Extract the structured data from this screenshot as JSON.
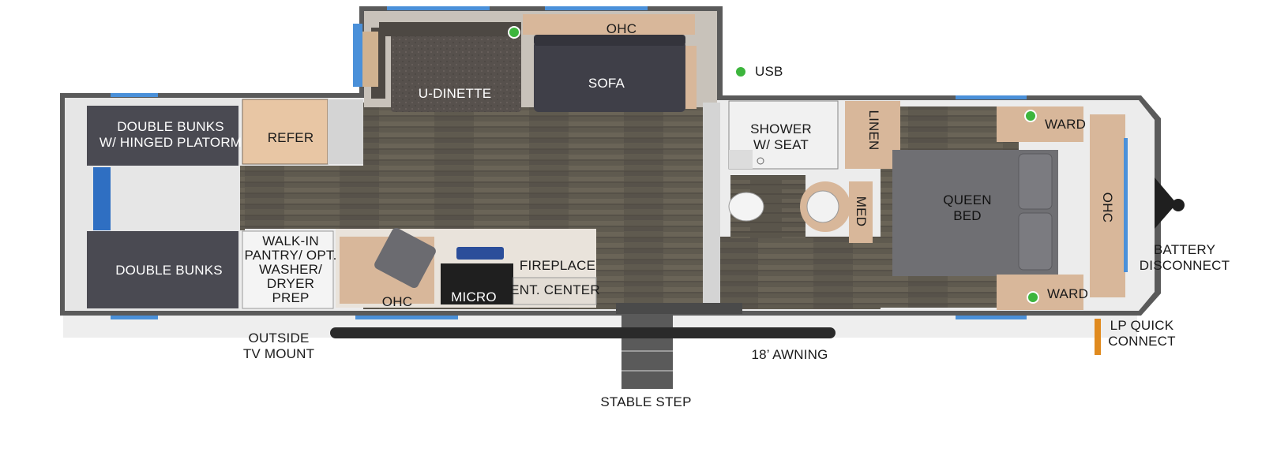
{
  "labels": {
    "ohc_top": "OHC",
    "u_dinette": "U-DINETTE",
    "sofa": "SOFA",
    "usb": "USB",
    "double_bunks_platform_1": "DOUBLE BUNKS",
    "double_bunks_platform_2": "W/ HINGED PLATORM",
    "refer": "REFER",
    "shower_1": "SHOWER",
    "shower_2": "W/ SEAT",
    "linen": "LINEN",
    "ward_top": "WARD",
    "queen_bed_1": "QUEEN",
    "queen_bed_2": "BED",
    "ohc_bedroom": "OHC",
    "med": "MED",
    "battery_1": "BATTERY",
    "battery_2": "DISCONNECT",
    "double_bunks": "DOUBLE BUNKS",
    "pantry_1": "WALK-IN",
    "pantry_2": "PANTRY/ OPT.",
    "pantry_3": "WASHER/",
    "pantry_4": "DRYER",
    "pantry_5": "PREP",
    "fireplace": "FIREPLACE",
    "ent_center": "ENT. CENTER",
    "micro": "MICRO",
    "ohc_kitchen": "OHC",
    "ward_bottom": "WARD",
    "lp_1": "LP QUICK",
    "lp_2": "CONNECT",
    "outside_tv_1": "OUTSIDE",
    "outside_tv_2": "TV MOUNT",
    "awning": "18’ AWNING",
    "stable_step": "STABLE STEP"
  },
  "colors": {
    "wall": "#5c5c5c",
    "floor": "#5f5a4f",
    "floor_light": "#736c5f",
    "bunk": "#4a4a52",
    "sofa": "#3f3f48",
    "wood": "#d8b79a",
    "window": "#4a90d9",
    "bath": "#e8e8e8",
    "usb_dot": "#3db53d",
    "bed": "#6f6f73",
    "lp_orange": "#e08a1e"
  }
}
